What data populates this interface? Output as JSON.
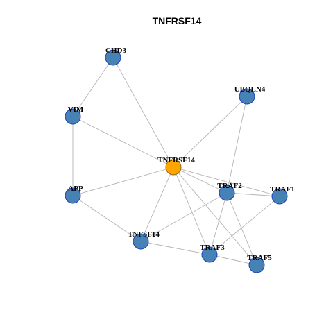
{
  "title": "TNFRSF14",
  "colors": {
    "center_fill": "#FFA500",
    "center_stroke": "#8B6914",
    "node_fill": "#4682B4",
    "node_stroke": "#1F3FBF",
    "edge": "#B3B3B3"
  },
  "nodes": [
    {
      "id": "TNFRSF14",
      "label": "TNFRSF14",
      "center": true
    },
    {
      "id": "CHD3",
      "label": "CHD3"
    },
    {
      "id": "UBQLN4",
      "label": "UBQLN4"
    },
    {
      "id": "VIM",
      "label": "VIM"
    },
    {
      "id": "APP",
      "label": "APP"
    },
    {
      "id": "TRAF2",
      "label": "TRAF2"
    },
    {
      "id": "TRAF1",
      "label": "TRAF1"
    },
    {
      "id": "TNFSF14",
      "label": "TNFSF14"
    },
    {
      "id": "TRAF3",
      "label": "TRAF3"
    },
    {
      "id": "TRAF5",
      "label": "TRAF5"
    }
  ],
  "edges": [
    [
      "CHD3",
      "VIM"
    ],
    [
      "CHD3",
      "TNFRSF14"
    ],
    [
      "VIM",
      "TNFRSF14"
    ],
    [
      "VIM",
      "APP"
    ],
    [
      "UBQLN4",
      "TNFRSF14"
    ],
    [
      "UBQLN4",
      "TRAF2"
    ],
    [
      "TNFRSF14",
      "APP"
    ],
    [
      "TNFRSF14",
      "TRAF2"
    ],
    [
      "TNFRSF14",
      "TRAF1"
    ],
    [
      "TNFRSF14",
      "TNFSF14"
    ],
    [
      "TNFRSF14",
      "TRAF3"
    ],
    [
      "TNFRSF14",
      "TRAF5"
    ],
    [
      "APP",
      "TNFSF14"
    ],
    [
      "TRAF2",
      "TRAF1"
    ],
    [
      "TRAF2",
      "TNFSF14"
    ],
    [
      "TRAF2",
      "TRAF3"
    ],
    [
      "TRAF2",
      "TRAF5"
    ],
    [
      "TRAF1",
      "TRAF3"
    ],
    [
      "TNFSF14",
      "TRAF3"
    ],
    [
      "TRAF3",
      "TRAF5"
    ]
  ]
}
